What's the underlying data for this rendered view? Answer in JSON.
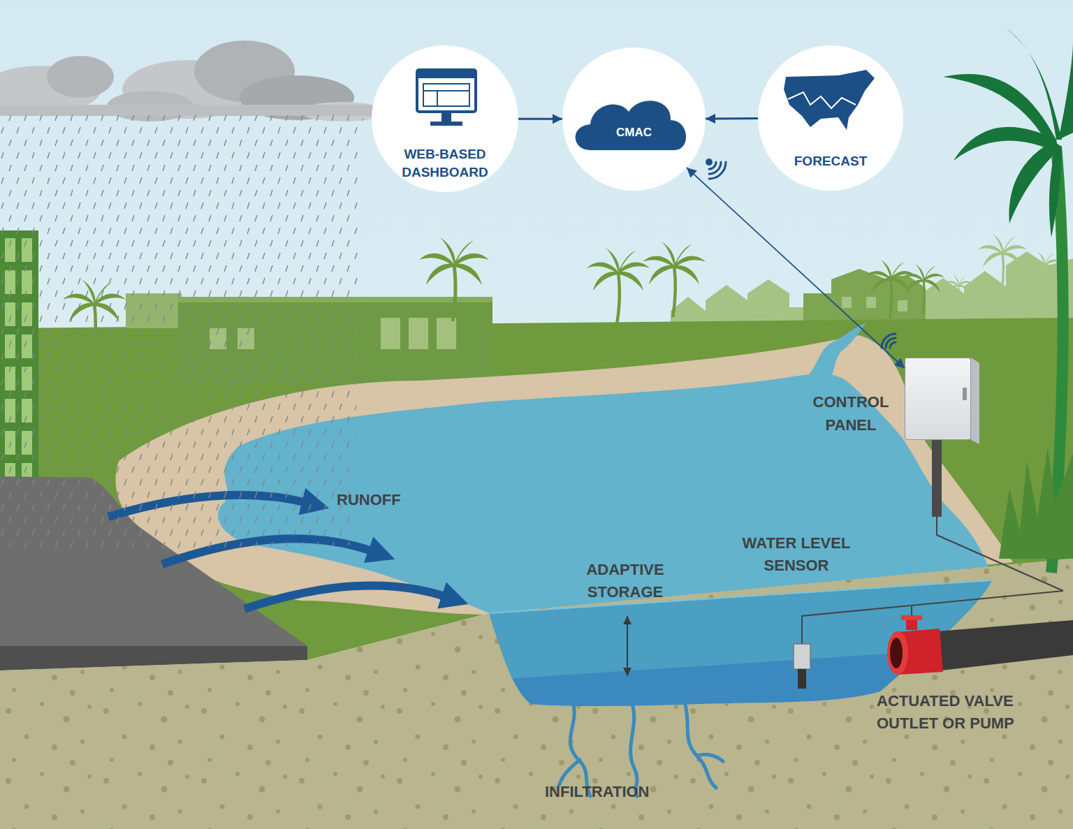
{
  "diagram": {
    "nodes": [
      {
        "text": [
          "WEB-BASED DASHBOARD"
        ]
      },
      {
        "text": [
          "CMAC"
        ]
      },
      {
        "text": [
          "FORECAST"
        ]
      },
      {
        "text": [
          "CONTROL PANEL"
        ]
      }
    ],
    "edges": [
      {
        "from": 0,
        "to": 1,
        "arrow": "to"
      },
      {
        "from": 2,
        "to": 1,
        "arrow": "to"
      },
      {
        "from": 1,
        "to": 3,
        "arrow": "both"
      }
    ],
    "labels": [
      "RUNOFF",
      "ADAPTIVE STORAGE",
      "WATER LEVEL SENSOR",
      "ACTUATED VALVE OUTLET OR PUMP",
      "INFILTRATION"
    ]
  }
}
